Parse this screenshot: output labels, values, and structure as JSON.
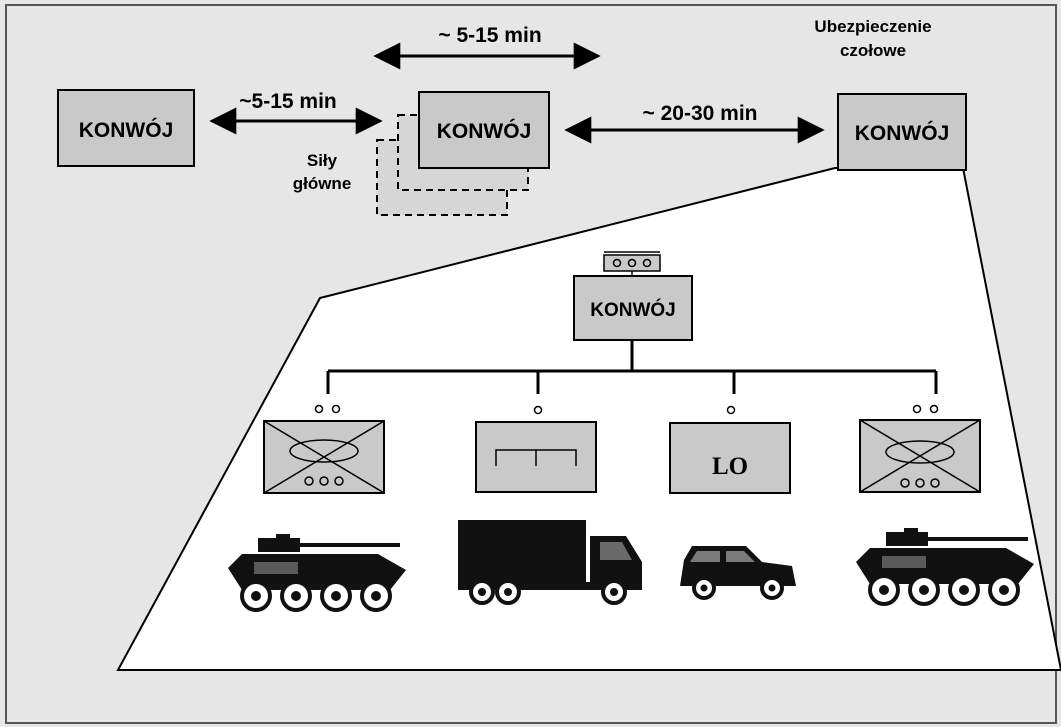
{
  "top_row": {
    "convoy_label": "KONWÓJ",
    "left_gap": "~5-15 min",
    "top_gap": "~ 5-15 min",
    "right_gap": "~ 20-30 min",
    "main_forces": [
      "Siły",
      "główne"
    ],
    "vanguard": [
      "Ubezpieczenie",
      "czołowe"
    ]
  },
  "detail": {
    "hq_label": "KONWÓJ",
    "units": [
      {
        "symbol": "armored-infantry",
        "indicator": "oo",
        "vehicle": "apc"
      },
      {
        "symbol": "logistics-unit",
        "indicator": "o",
        "vehicle": "truck"
      },
      {
        "symbol": "lo-unit",
        "indicator": "o",
        "text": "LO",
        "vehicle": "jeep"
      },
      {
        "symbol": "armored-infantry",
        "indicator": "oo",
        "vehicle": "apc"
      }
    ]
  },
  "colors": {
    "background": "#e6e6e6",
    "box_fill": "#c9c9c9",
    "panel": "#ffffff",
    "line": "#000000"
  }
}
